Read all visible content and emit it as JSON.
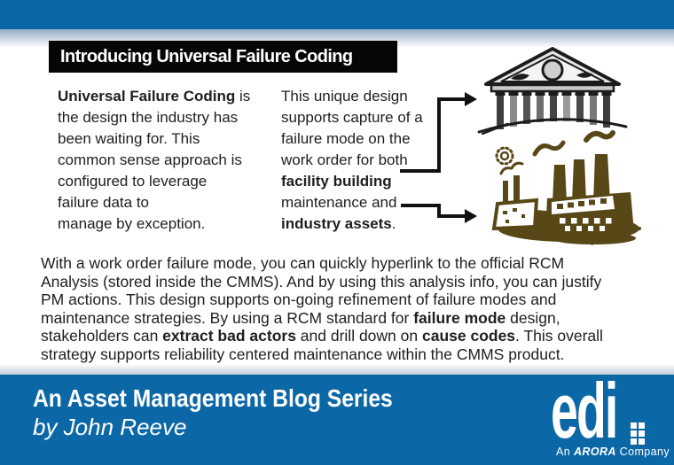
{
  "colors": {
    "brand_blue": "#0c67a7",
    "header_bar": "#060606",
    "factory_brown": "#584818",
    "text": "#1e1e1e"
  },
  "banner": {
    "title": "Introducing Universal Failure Coding"
  },
  "left_column": {
    "lines": [
      [
        {
          "t": "Universal Failure Coding",
          "b": true
        },
        {
          "t": " is"
        }
      ],
      [
        {
          "t": "the design the industry has"
        }
      ],
      [
        {
          "t": "been waiting for. This"
        }
      ],
      [
        {
          "t": "common sense approach is"
        }
      ],
      [
        {
          "t": "configured to leverage"
        }
      ],
      [
        {
          "t": "failure data to"
        }
      ],
      [
        {
          "t": "manage by exception."
        }
      ]
    ]
  },
  "callout_column": {
    "lines": [
      [
        {
          "t": "This unique design"
        }
      ],
      [
        {
          "t": "supports capture of a"
        }
      ],
      [
        {
          "t": "failure mode on the"
        }
      ],
      [
        {
          "t": "work order for both"
        }
      ],
      [
        {
          "t": "facility building",
          "b": true
        }
      ],
      [
        {
          "t": "maintenance and"
        }
      ],
      [
        {
          "t": "industry assets",
          "b": true
        },
        {
          "t": "."
        }
      ]
    ]
  },
  "body": {
    "lines": [
      [
        {
          "t": "With a work order failure mode, you can quickly hyperlink to the official RCM"
        }
      ],
      [
        {
          "t": "Analysis (stored inside the CMMS). And by using this analysis info, you can justify"
        }
      ],
      [
        {
          "t": "PM actions. This design supports on-going refinement of failure modes and"
        }
      ],
      [
        {
          "t": "maintenance strategies. By using a RCM standard for "
        },
        {
          "t": "failure mode",
          "b": true
        },
        {
          "t": " design,"
        }
      ],
      [
        {
          "t": "stakeholders can "
        },
        {
          "t": "extract bad actors",
          "b": true
        },
        {
          "t": " and drill down on "
        },
        {
          "t": "cause codes",
          "b": true
        },
        {
          "t": ". This overall"
        }
      ],
      [
        {
          "t": "strategy supports reliability centered maintenance within the CMMS product."
        }
      ]
    ]
  },
  "footer": {
    "series_title": "An Asset Management Blog Series",
    "byline": "by John Reeve",
    "logo_text": "edi",
    "logo_tagline": [
      {
        "t": "An "
      },
      {
        "t": "ARORA",
        "b": true
      },
      {
        "t": " Company"
      }
    ]
  },
  "icons": {
    "facility_arrow": "arrow-right-icon",
    "industry_arrow": "arrow-right-icon",
    "building": "classical-building-illustration",
    "factory": "factory-illustration",
    "logo_window": "window-grid-icon"
  }
}
